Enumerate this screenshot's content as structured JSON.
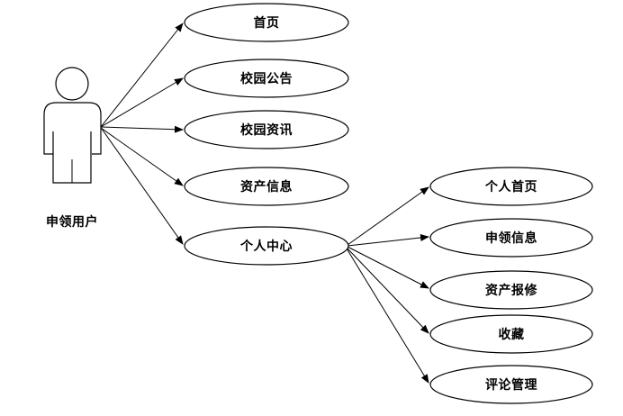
{
  "diagram": {
    "kind": "use-case-diagram",
    "colors": {
      "background": "#ffffff",
      "line": "#000000",
      "shape_fill": "#ffffff",
      "text": "#000000"
    },
    "actor": {
      "label": "申领用户"
    },
    "primary_use_cases": [
      {
        "label": "首页"
      },
      {
        "label": "校园公告"
      },
      {
        "label": "校园资讯"
      },
      {
        "label": "资产信息"
      },
      {
        "label": "个人中心"
      }
    ],
    "personal_center_use_cases": [
      {
        "label": "个人首页"
      },
      {
        "label": "申领信息"
      },
      {
        "label": "资产报修"
      },
      {
        "label": "收藏"
      },
      {
        "label": "评论管理"
      }
    ],
    "edges": [
      {
        "from": "申领用户",
        "to": "首页"
      },
      {
        "from": "申领用户",
        "to": "校园公告"
      },
      {
        "from": "申领用户",
        "to": "校园资讯"
      },
      {
        "from": "申领用户",
        "to": "资产信息"
      },
      {
        "from": "申领用户",
        "to": "个人中心"
      },
      {
        "from": "个人中心",
        "to": "个人首页"
      },
      {
        "from": "个人中心",
        "to": "申领信息"
      },
      {
        "from": "个人中心",
        "to": "资产报修"
      },
      {
        "from": "个人中心",
        "to": "收藏"
      },
      {
        "from": "个人中心",
        "to": "评论管理"
      }
    ]
  }
}
